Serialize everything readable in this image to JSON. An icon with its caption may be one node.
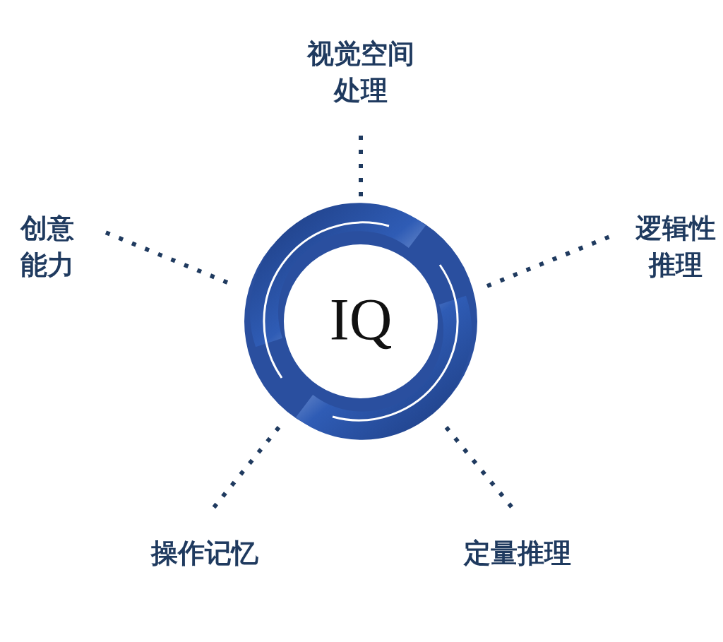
{
  "diagram": {
    "nodes": [
      {
        "text": [
          "IQ"
        ]
      },
      {
        "text": [
          "视觉空间处理"
        ]
      },
      {
        "text": [
          "逻辑性推理"
        ]
      },
      {
        "text": [
          "定量推理"
        ]
      },
      {
        "text": [
          "操作记忆"
        ]
      },
      {
        "text": [
          "创意能力"
        ]
      }
    ],
    "edges": [
      {
        "from": 0,
        "to": 1,
        "arrow": "none",
        "style": "dashed"
      },
      {
        "from": 0,
        "to": 2,
        "arrow": "none",
        "style": "dashed"
      },
      {
        "from": 0,
        "to": 3,
        "arrow": "none",
        "style": "dashed"
      },
      {
        "from": 0,
        "to": 4,
        "arrow": "none",
        "style": "dashed"
      },
      {
        "from": 0,
        "to": 5,
        "arrow": "none",
        "style": "dashed"
      }
    ]
  }
}
